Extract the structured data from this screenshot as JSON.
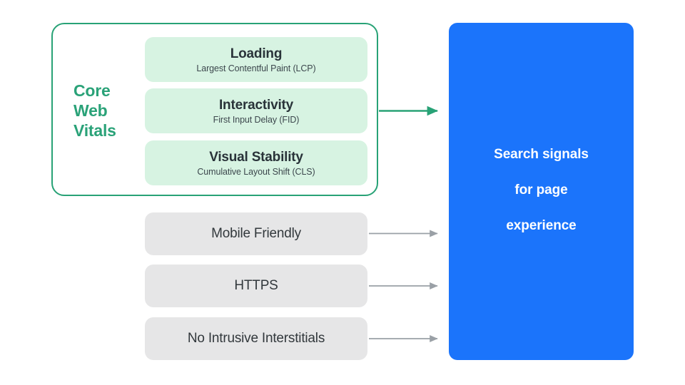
{
  "diagram": {
    "title_group": {
      "label": "Core Web Vitals",
      "label_line1": "Core",
      "label_line2": "Web",
      "label_line3": "Vitals",
      "accent_color": "#2aa278"
    },
    "core_web_vitals": [
      {
        "title": "Loading",
        "subtitle": "Largest Contentful Paint (LCP)",
        "card_color": "#d7f3e2"
      },
      {
        "title": "Interactivity",
        "subtitle": "First Input Delay (FID)",
        "card_color": "#d7f3e2"
      },
      {
        "title": "Visual Stability",
        "subtitle": "Cumulative Layout Shift (CLS)",
        "card_color": "#d7f3e2"
      }
    ],
    "other_signals": [
      {
        "label": "Mobile Friendly",
        "card_color": "#e6e6e7"
      },
      {
        "label": "HTTPS",
        "card_color": "#e6e6e7"
      },
      {
        "label": "No Intrusive Interstitials",
        "card_color": "#e6e6e7"
      }
    ],
    "destination": {
      "text": "Search signals\nfor page\nexperience",
      "line1": "Search signals",
      "line2": "for page",
      "line3": "experience",
      "panel_color": "#1b74fb",
      "text_color": "#ffffff"
    },
    "connectors": [
      {
        "name": "core-web-vitals-arrow",
        "color": "#28a276",
        "from": "core-web-vitals-group",
        "to": "search-signals-panel"
      },
      {
        "name": "mobile-friendly-arrow",
        "color": "#9aa0a6",
        "from": "mobile-friendly-card",
        "to": "search-signals-panel"
      },
      {
        "name": "https-arrow",
        "color": "#9aa0a6",
        "from": "https-card",
        "to": "search-signals-panel"
      },
      {
        "name": "no-intrusive-interstitials-arrow",
        "color": "#9aa0a6",
        "from": "no-intrusive-interstitials-card",
        "to": "search-signals-panel"
      }
    ],
    "background_color": "#ffffff"
  }
}
